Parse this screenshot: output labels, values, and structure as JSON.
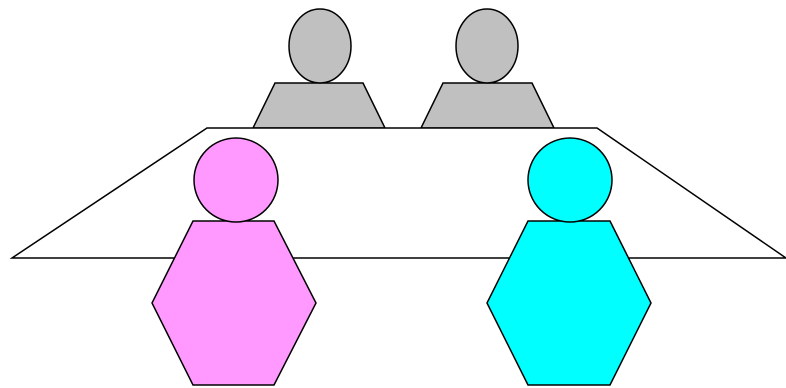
{
  "scene": {
    "background_color": "#ffffff",
    "outline_color": "#000000",
    "table": {
      "shape": "trapezoid",
      "fill": "#ffffff"
    },
    "people": [
      {
        "id": "back-left",
        "row": "back",
        "side": "left",
        "head_shape": "ellipse",
        "body_shape": "trapezoid",
        "color": "#c0c0c0"
      },
      {
        "id": "back-right",
        "row": "back",
        "side": "right",
        "head_shape": "ellipse",
        "body_shape": "trapezoid",
        "color": "#c0c0c0"
      },
      {
        "id": "front-left",
        "row": "front",
        "side": "left",
        "head_shape": "circle",
        "body_shape": "hexagon",
        "color": "#ff99ff"
      },
      {
        "id": "front-right",
        "row": "front",
        "side": "right",
        "head_shape": "circle",
        "body_shape": "hexagon",
        "color": "#00ffff"
      }
    ]
  }
}
